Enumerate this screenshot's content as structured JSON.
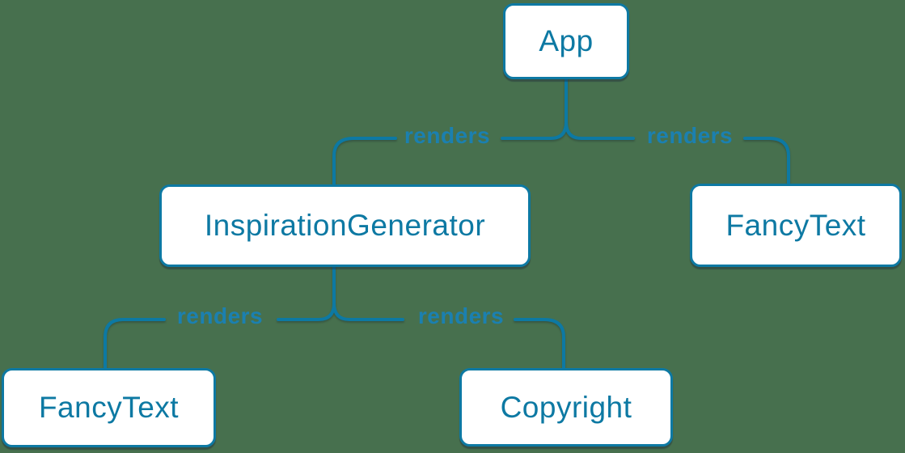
{
  "colors": {
    "background": "#47704e",
    "accent": "#0d79a3",
    "edge_label": "#1b80b0",
    "node_fill": "#ffffff"
  },
  "nodes": [
    {
      "id": "app",
      "label": "App"
    },
    {
      "id": "inspiration-generator",
      "label": "InspirationGenerator"
    },
    {
      "id": "fancy-text-top",
      "label": "FancyText"
    },
    {
      "id": "fancy-text-bottom",
      "label": "FancyText"
    },
    {
      "id": "copyright",
      "label": "Copyright"
    }
  ],
  "edges": [
    {
      "from": "App",
      "to": "InspirationGenerator",
      "label": "renders"
    },
    {
      "from": "App",
      "to": "FancyText",
      "label": "renders"
    },
    {
      "from": "InspirationGenerator",
      "to": "FancyText",
      "label": "renders"
    },
    {
      "from": "InspirationGenerator",
      "to": "Copyright",
      "label": "renders"
    }
  ]
}
